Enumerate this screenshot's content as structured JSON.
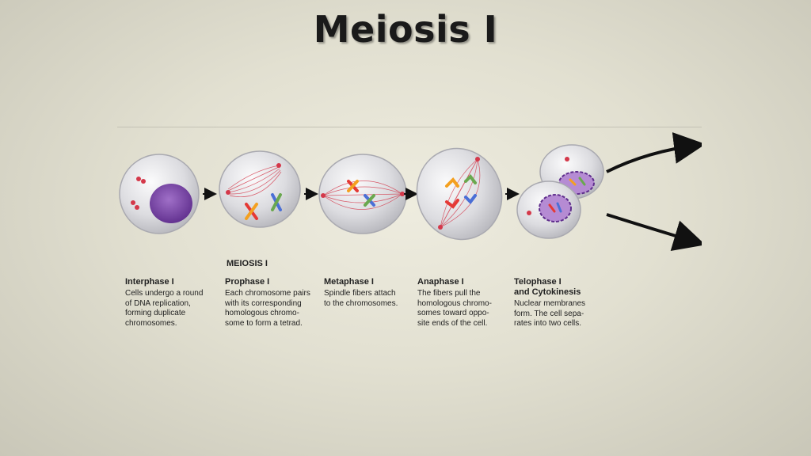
{
  "title": "Meiosis I",
  "section_label": "MEIOSIS I",
  "stages": [
    {
      "name": "Interphase I",
      "description": "Cells undergo a round\nof DNA replication,\nforming duplicate\nchromosomes."
    },
    {
      "name": "Prophase I",
      "description": "Each chromosome pairs\nwith its corresponding\nhomologous chromo-\nsome to form a tetrad."
    },
    {
      "name": "Metaphase I",
      "description": "Spindle fibers attach\nto the chromosomes."
    },
    {
      "name": "Anaphase I",
      "description": "The fibers pull the\nhomologous chromo-\nsomes toward oppo-\nsite ends of the cell."
    },
    {
      "name": "Telophase I\nand Cytokinesis",
      "description": "Nuclear membranes\nform. The cell sepa-\nrates into two cells."
    }
  ],
  "colors": {
    "cell_membrane": "#b9b9be",
    "nucleus": "#7b3fa6",
    "spindle": "#d4384a",
    "chromosome_red": "#e53935",
    "chromosome_orange": "#f4a020",
    "chromosome_blue": "#4a6fd6",
    "chromosome_green": "#6aa84f"
  }
}
